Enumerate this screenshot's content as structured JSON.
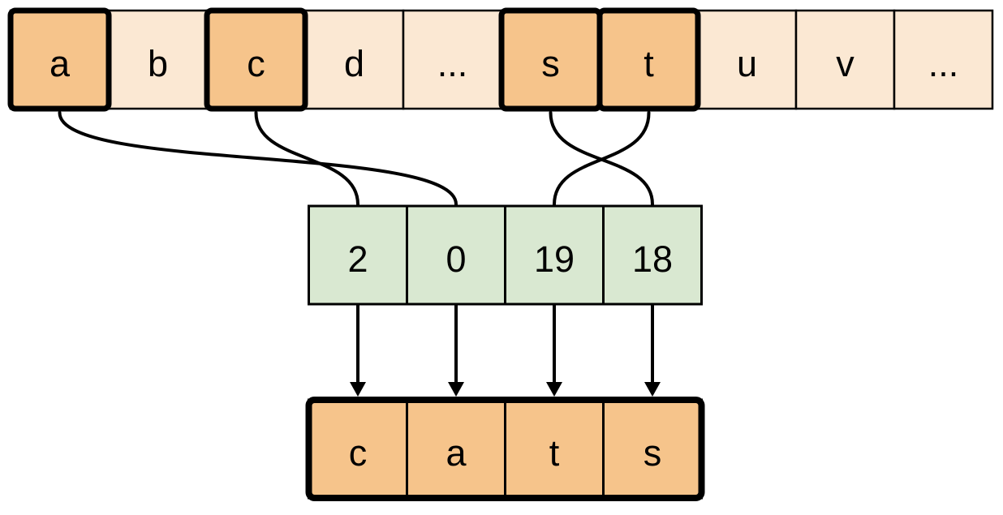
{
  "diagram_description": "Letters of the alphabet mapped to numeric indices that spell the word cats",
  "alphabet_row": {
    "cells": [
      {
        "label": "a",
        "highlighted": true
      },
      {
        "label": "b",
        "highlighted": false
      },
      {
        "label": "c",
        "highlighted": true
      },
      {
        "label": "d",
        "highlighted": false
      },
      {
        "label": "...",
        "highlighted": false
      },
      {
        "label": "s",
        "highlighted": true
      },
      {
        "label": "t",
        "highlighted": true
      },
      {
        "label": "u",
        "highlighted": false
      },
      {
        "label": "v",
        "highlighted": false
      },
      {
        "label": "...",
        "highlighted": false
      }
    ]
  },
  "index_row": {
    "cells": [
      {
        "label": "2"
      },
      {
        "label": "0"
      },
      {
        "label": "19"
      },
      {
        "label": "18"
      }
    ]
  },
  "word_row": {
    "cells": [
      {
        "label": "c"
      },
      {
        "label": "a"
      },
      {
        "label": "t"
      },
      {
        "label": "s"
      }
    ]
  },
  "mappings": {
    "letter_to_index": [
      {
        "from": "a",
        "to": "0"
      },
      {
        "from": "c",
        "to": "2"
      },
      {
        "from": "s",
        "to": "18"
      },
      {
        "from": "t",
        "to": "19"
      }
    ],
    "index_to_word": [
      {
        "from": "2",
        "to": "c"
      },
      {
        "from": "0",
        "to": "a"
      },
      {
        "from": "19",
        "to": "t"
      },
      {
        "from": "18",
        "to": "s"
      }
    ]
  },
  "colors": {
    "highlight_fill": "#f6c48b",
    "light_fill": "#fbe8d3",
    "index_fill": "#d9e8d1",
    "stroke": "#000000"
  }
}
